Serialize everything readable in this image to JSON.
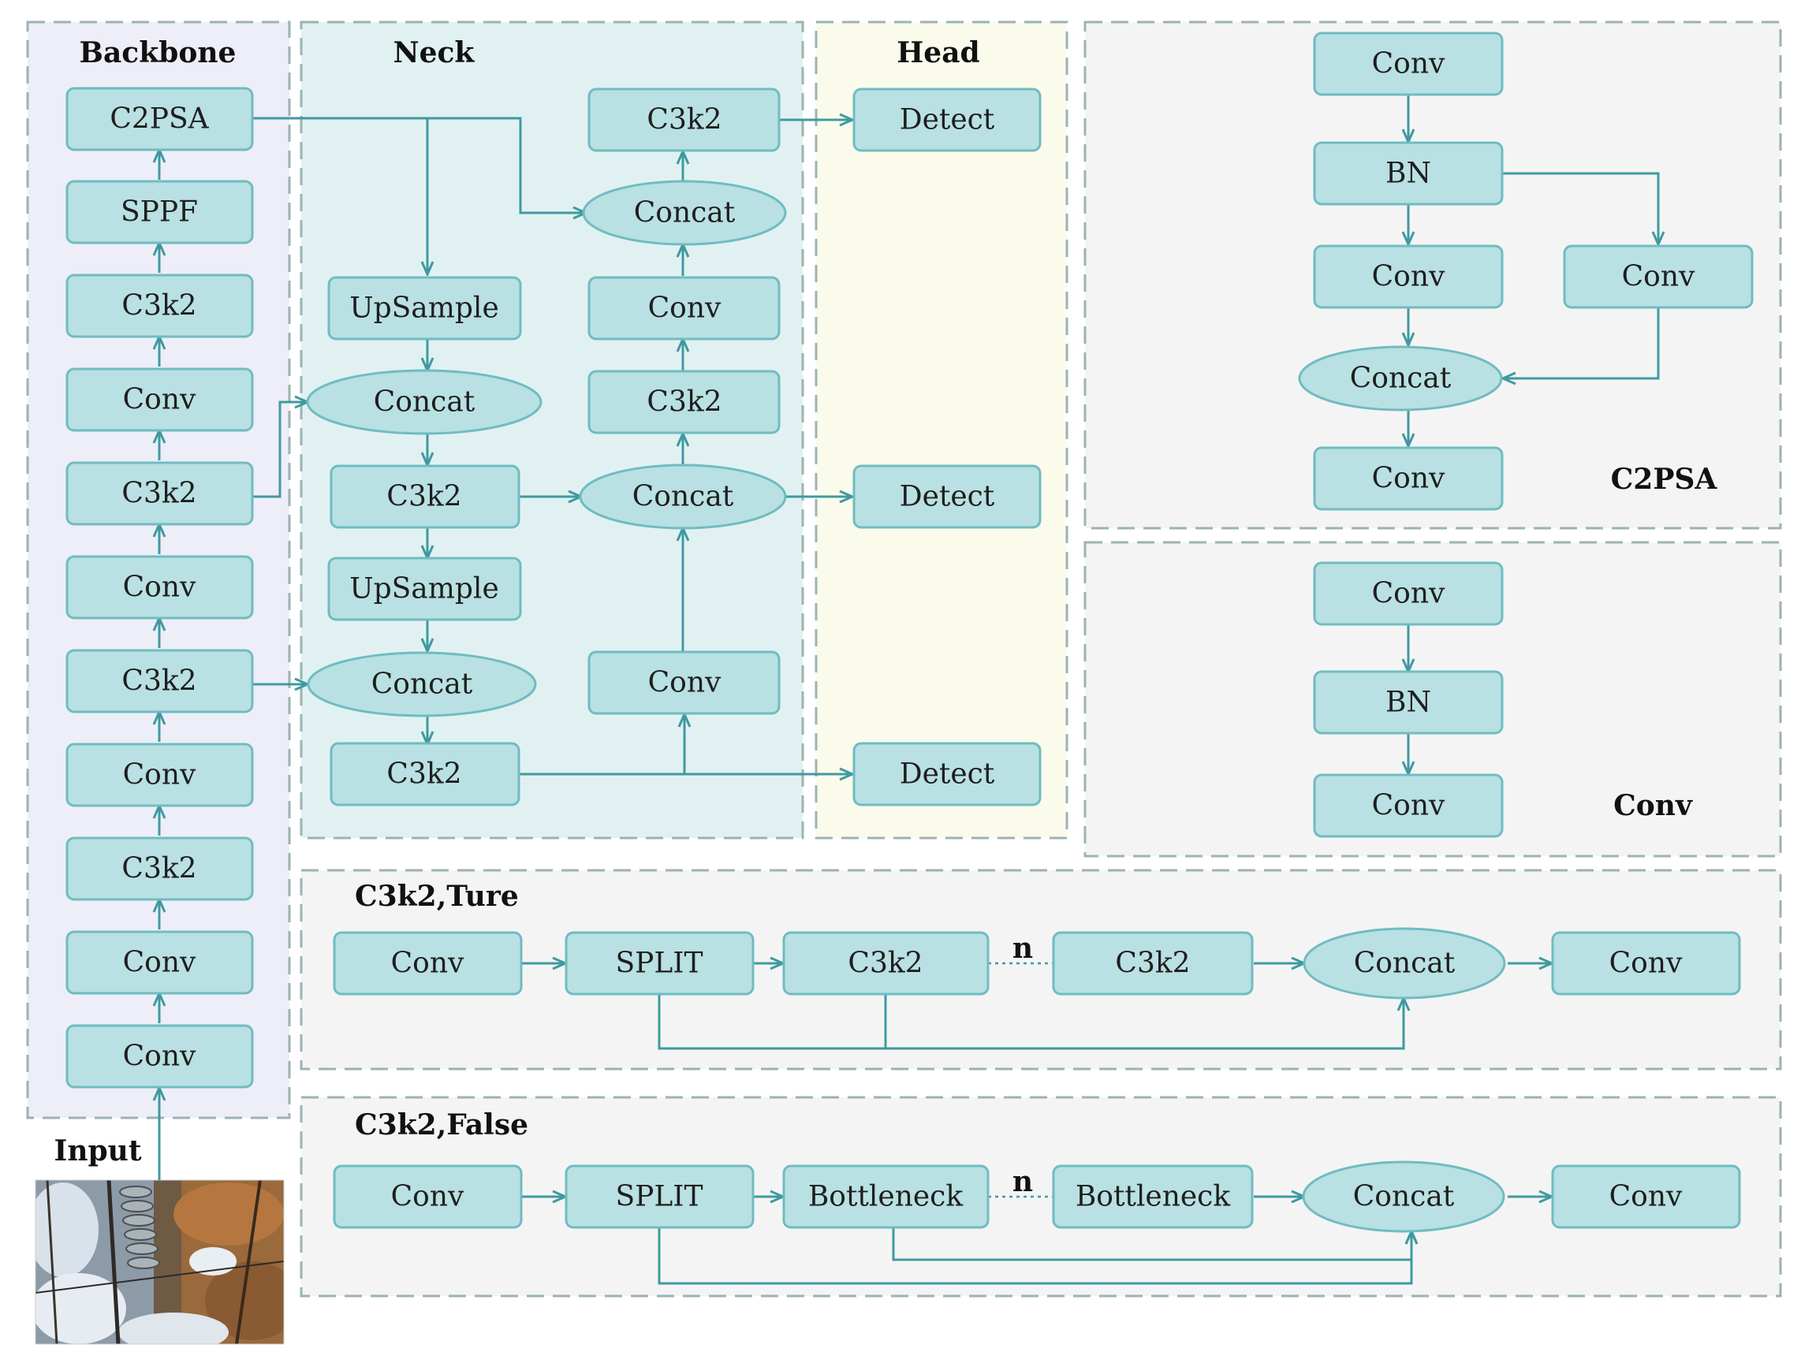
{
  "panels": {
    "backbone": "Backbone",
    "neck": "Neck",
    "head": "Head",
    "c2psa": "C2PSA",
    "conv": "Conv",
    "c3k2_true": "C3k2,Ture",
    "c3k2_false": "C3k2,False",
    "input": "Input"
  },
  "backbone": [
    "C2PSA",
    "SPPF",
    "C3k2",
    "Conv",
    "C3k2",
    "Conv",
    "C3k2",
    "Conv",
    "C3k2",
    "Conv",
    "Conv"
  ],
  "neck": {
    "upsample_1": "UpSample",
    "concat_1": "Concat",
    "c3k2_1": "C3k2",
    "upsample_2": "UpSample",
    "concat_2": "Concat",
    "c3k2_2": "C3k2",
    "c3k2_top": "C3k2",
    "concat_top": "Concat",
    "conv_top": "Conv",
    "c3k2_mid": "C3k2",
    "concat_mid": "Concat",
    "conv_low": "Conv"
  },
  "head": [
    "Detect",
    "Detect",
    "Detect"
  ],
  "c2psa_block": {
    "conv_1": "Conv",
    "bn": "BN",
    "conv_2": "Conv",
    "conv_side": "Conv",
    "concat": "Concat",
    "conv_out": "Conv"
  },
  "conv_block": {
    "conv_1": "Conv",
    "bn": "BN",
    "conv_2": "Conv"
  },
  "c3k2_true_block": {
    "conv_in": "Conv",
    "split": "SPLIT",
    "inner_1": "C3k2",
    "repeat": "n",
    "inner_2": "C3k2",
    "concat": "Concat",
    "conv_out": "Conv"
  },
  "c3k2_false_block": {
    "conv_in": "Conv",
    "split": "SPLIT",
    "inner_1": "Bottleneck",
    "repeat": "n",
    "inner_2": "Bottleneck",
    "concat": "Concat",
    "conv_out": "Conv"
  },
  "colors": {
    "node_fill": "#b9e0e2",
    "node_stroke": "#6fbcc2",
    "connector": "#3f9aa0",
    "backbone_bg": "#eeeef8",
    "neck_bg": "#e1f1f1",
    "head_bg": "#fbfbec",
    "block_bg": "#f4f4f4"
  }
}
